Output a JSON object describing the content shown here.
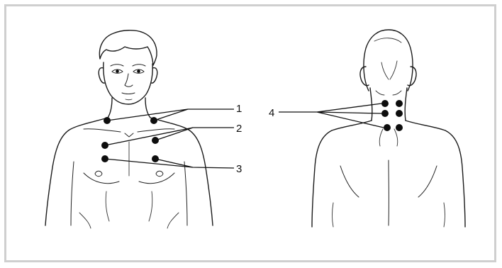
{
  "diagram": {
    "labels": {
      "l1": "1",
      "l2": "2",
      "l3": "3",
      "l4": "4"
    },
    "colors": {
      "frame": "#cfcfcf",
      "line": "#1a1a1a",
      "point": "#0d0d0d"
    }
  }
}
